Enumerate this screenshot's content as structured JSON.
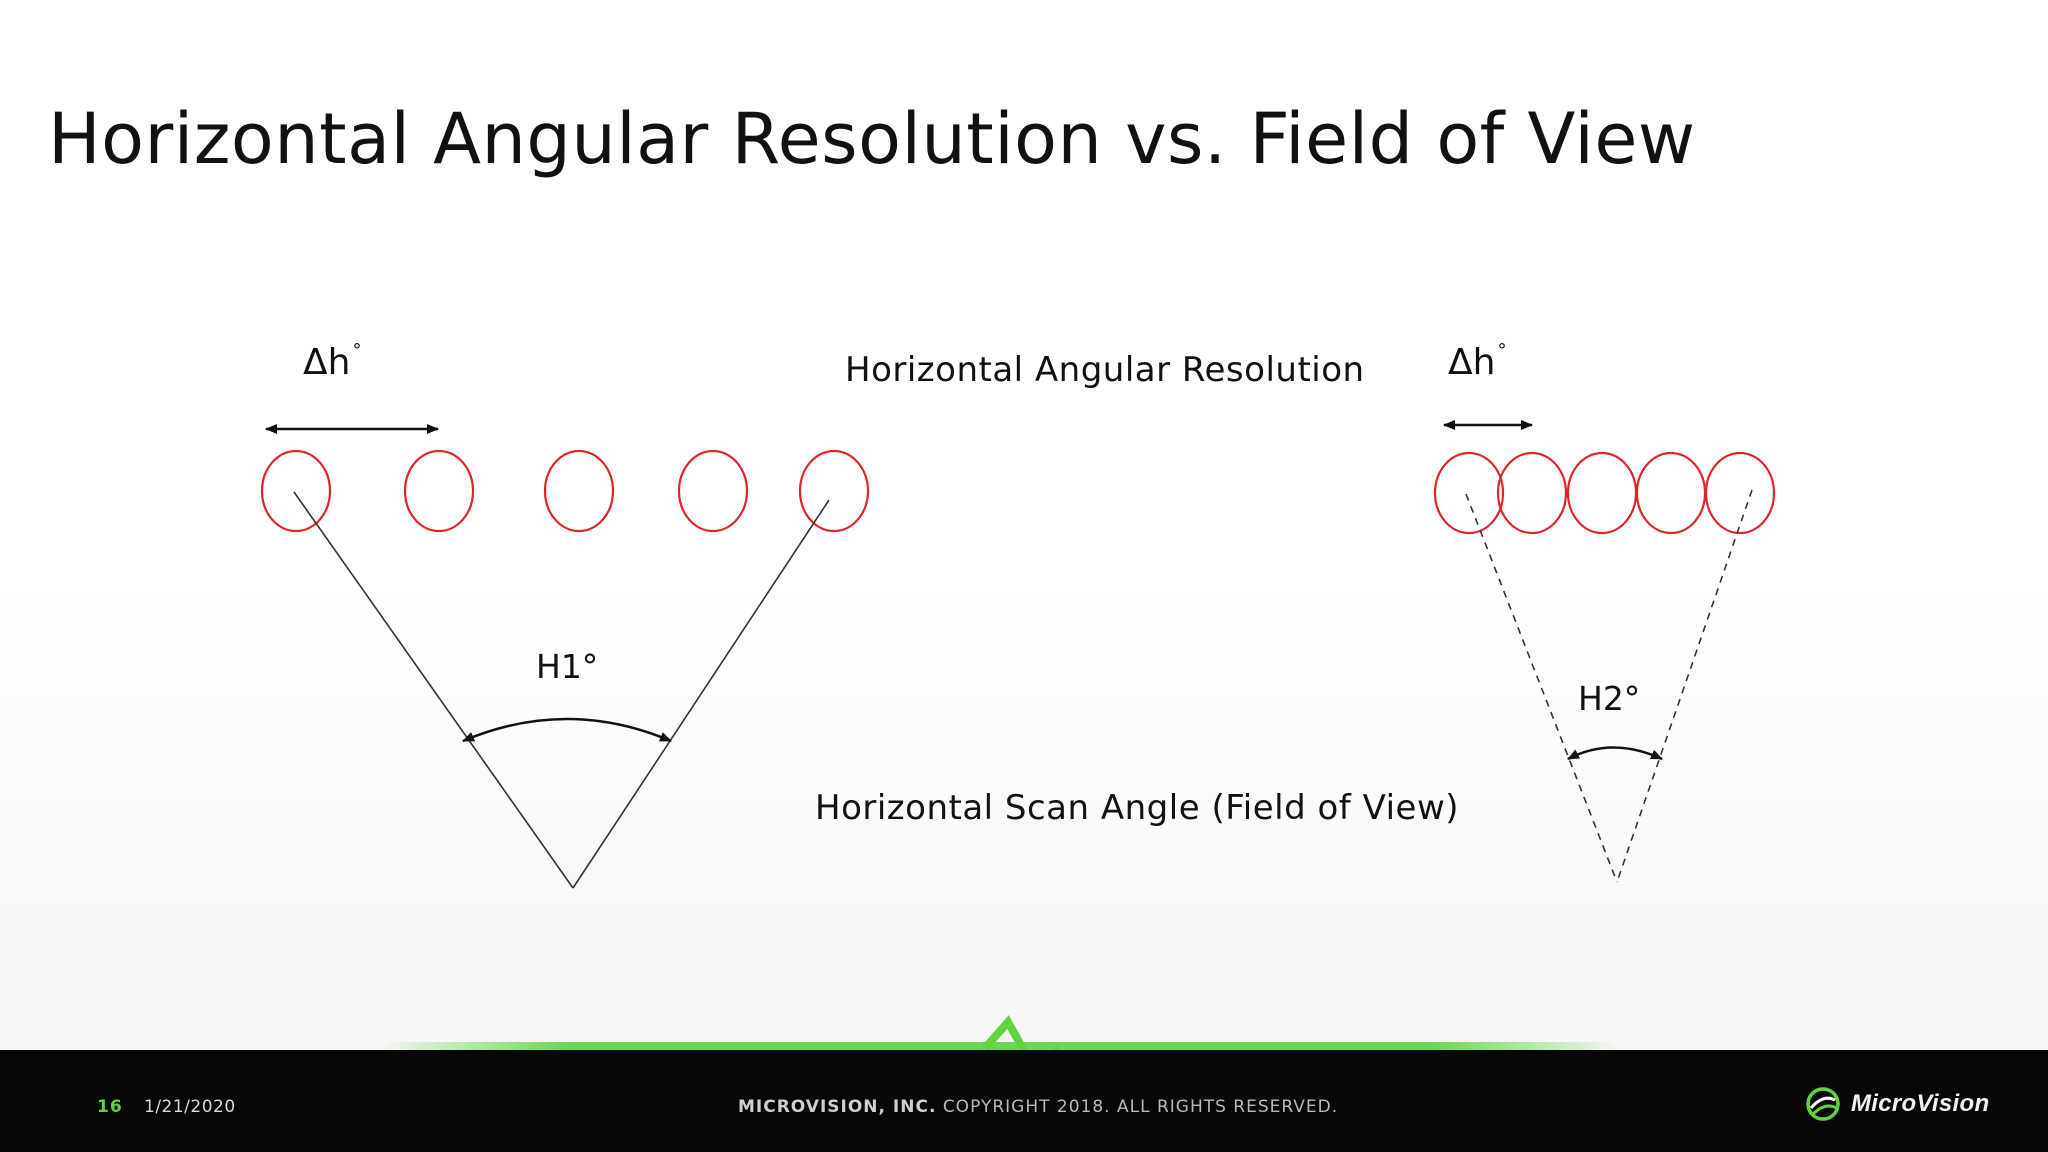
{
  "slide": {
    "title": "Horizontal Angular Resolution vs. Field of View"
  },
  "diagram": {
    "left": {
      "delta_label": "Δh",
      "angle_label": "H1°",
      "line_style": "solid"
    },
    "right": {
      "delta_label": "Δh",
      "angle_label": "H2°",
      "line_style": "dashed"
    },
    "delta_degree_mark": "°",
    "caption_resolution": "Horizontal Angular Resolution",
    "caption_fov": "Horizontal Scan Angle (Field of View)",
    "colors": {
      "beam_spot": "#e0242b",
      "lines": "#333333",
      "accent_green": "#5fd43f"
    }
  },
  "footer": {
    "page_number": "16",
    "date": "1/21/2020",
    "company": "MICROVISION, INC.",
    "copyright": "COPYRIGHT 2018. ALL RIGHTS RESERVED.",
    "logo_text": "MicroVision",
    "logo_icon": "microvision-logo-icon"
  }
}
